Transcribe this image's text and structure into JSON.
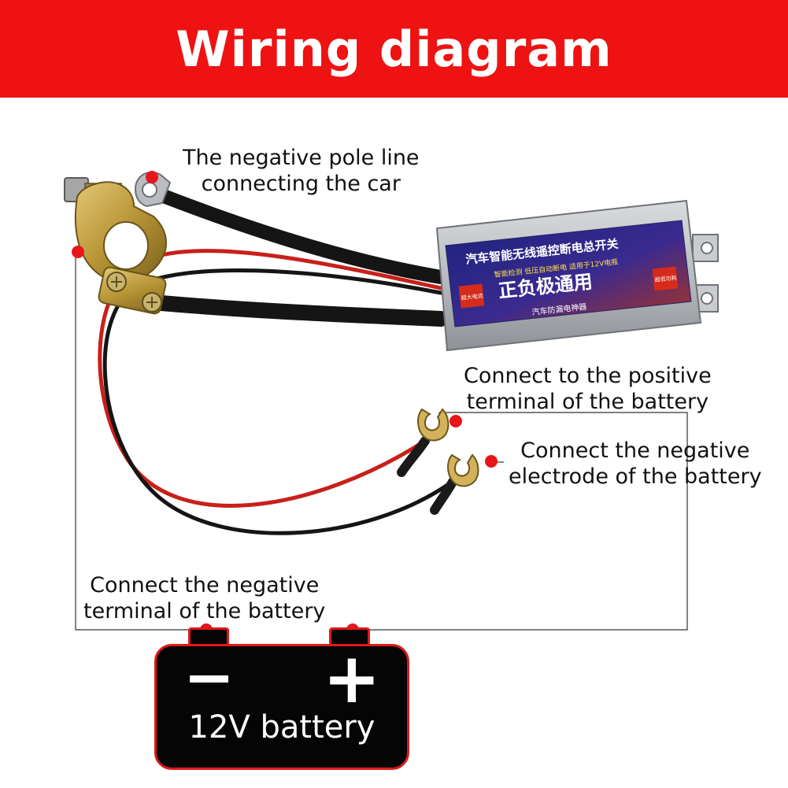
{
  "header": {
    "title": "Wiring diagram",
    "background_color": "#ee1212"
  },
  "labels": {
    "negative_pole": [
      "The negative pole line",
      "connecting the car"
    ],
    "positive_terminal": [
      "Connect to the positive",
      "terminal of the battery"
    ],
    "negative_electrode": [
      "Connect the negative",
      "electrode of the battery"
    ],
    "negative_terminal": [
      "Connect the negative",
      "terminal of the battery"
    ]
  },
  "device": {
    "line1": "汽车智能无线遥控断电总开关",
    "line2": "智能检测 低压自动断电 适用于12V电瓶",
    "main": "正负极通用",
    "badge_left": "超大电流",
    "badge_right": "超低功耗",
    "sub": "汽车防漏电神器"
  },
  "battery": {
    "minus": "−",
    "plus": "+",
    "label": "12V battery",
    "outline_color": "#e01818",
    "fill_color": "#050505"
  },
  "colors": {
    "marker": "#e8151b",
    "wire_black": "#151515",
    "wire_red": "#c8201a",
    "leader_line": "#333333"
  }
}
